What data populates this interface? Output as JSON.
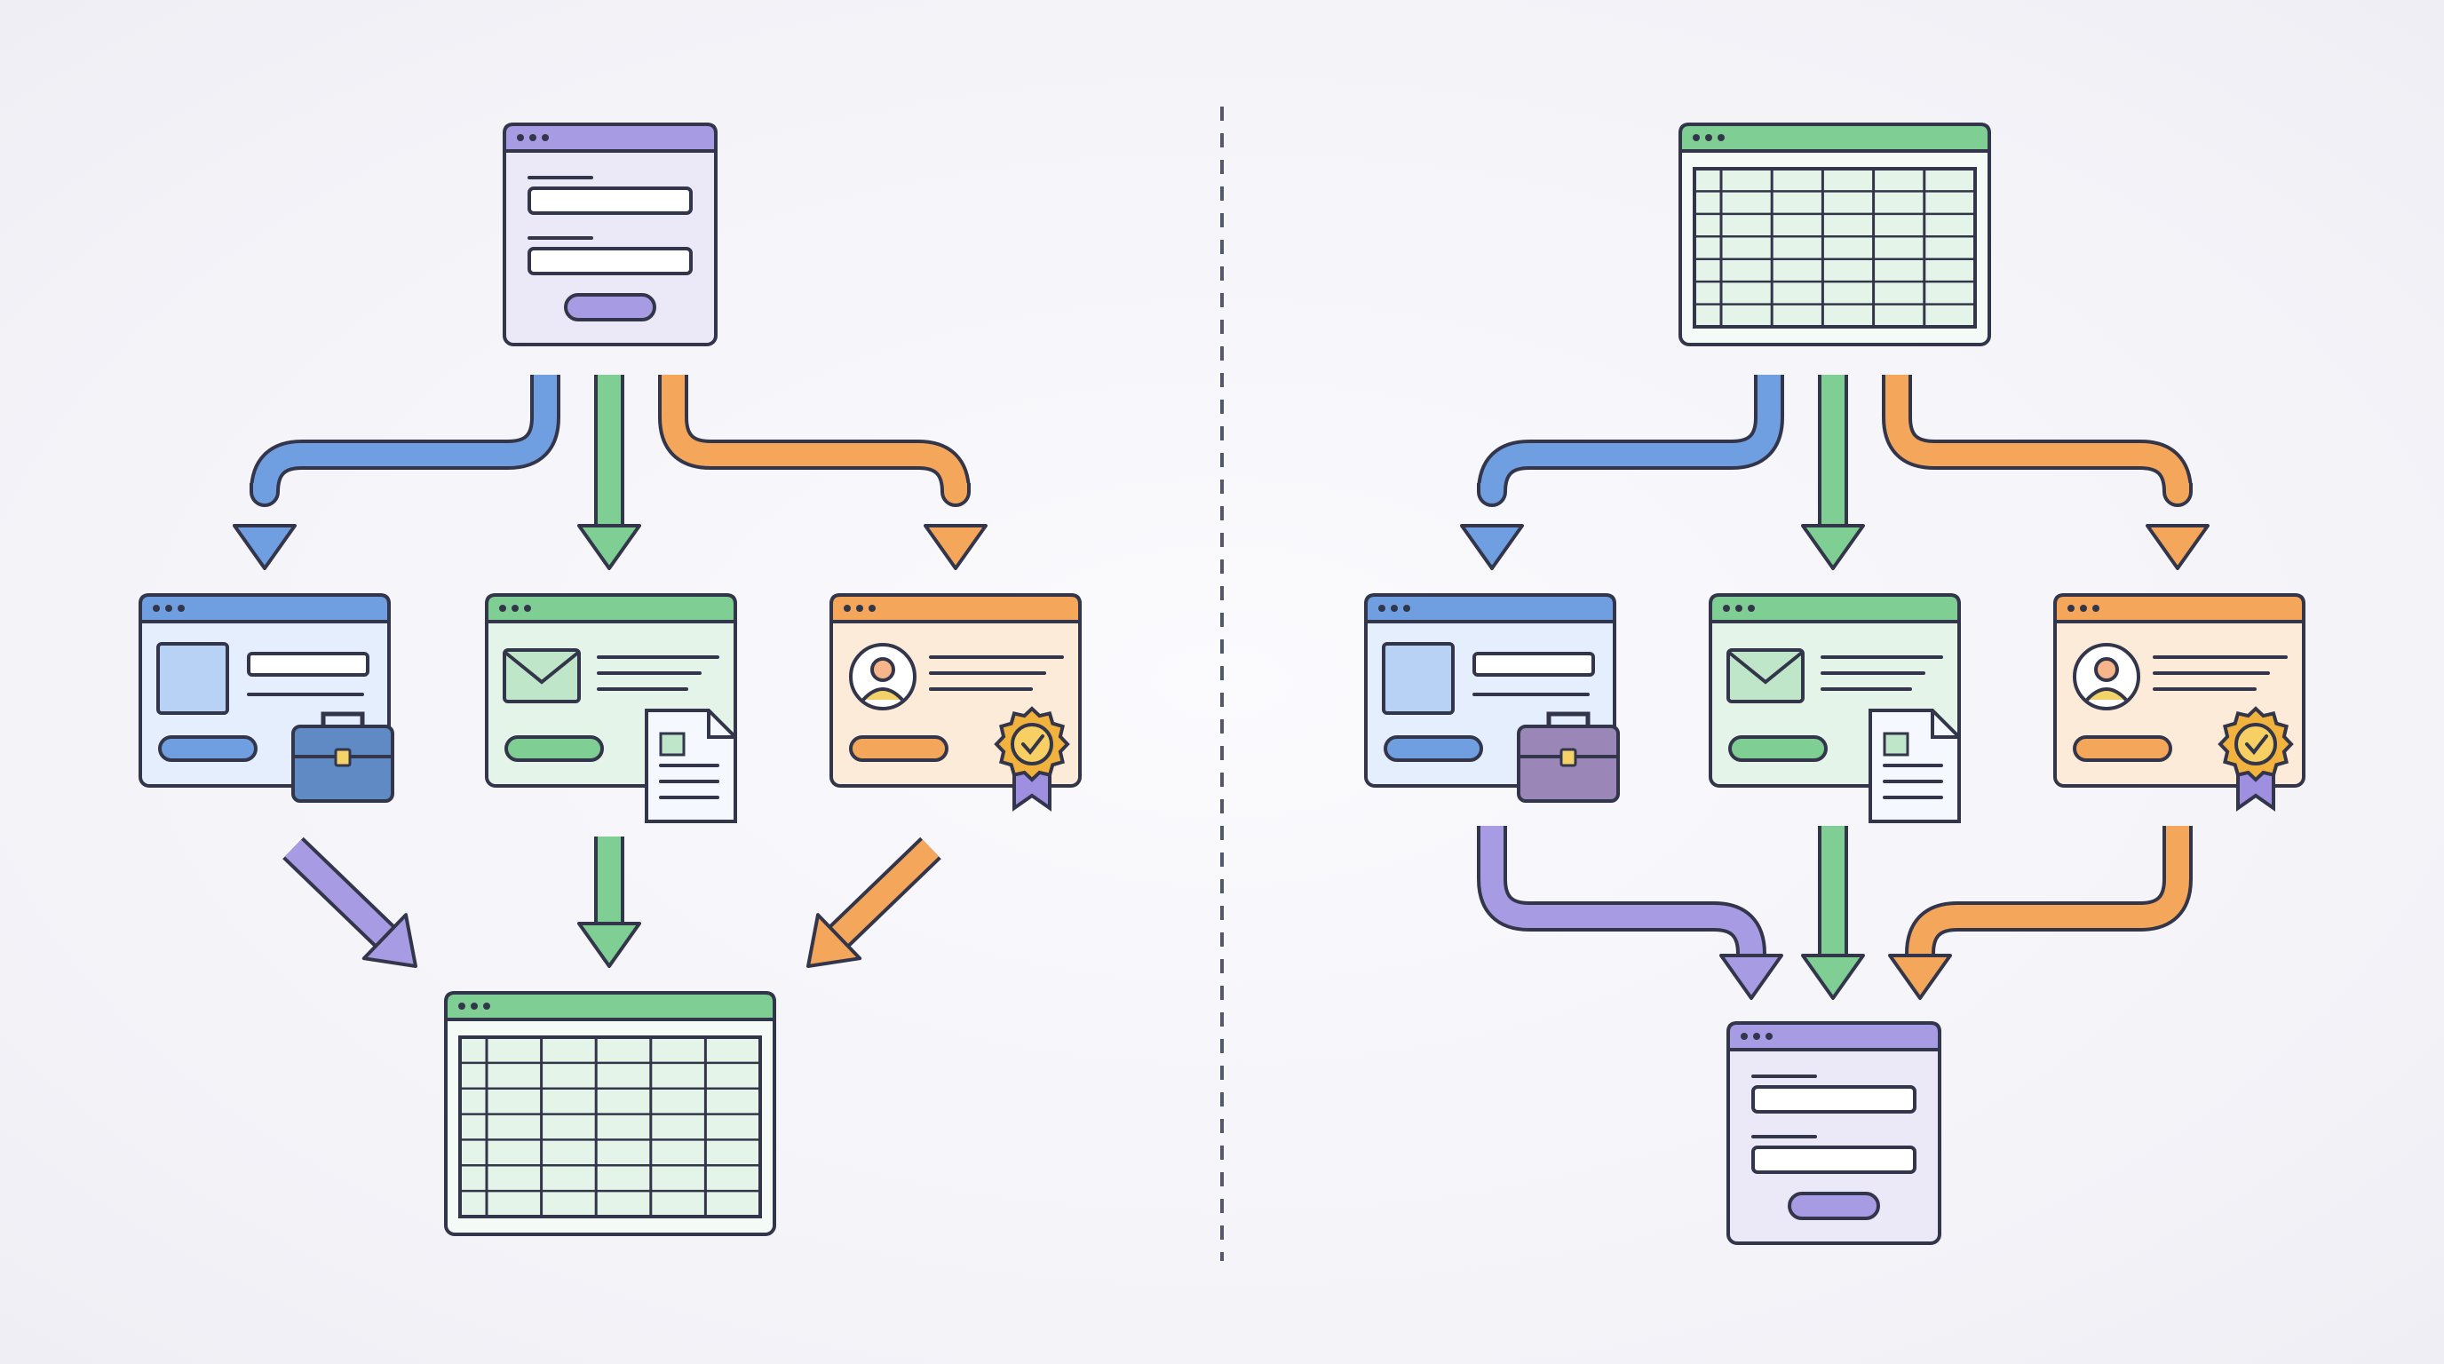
{
  "colors": {
    "outline": "#33364a",
    "purple": "#a79be3",
    "purple_light": "#ebe8f8",
    "blue": "#6f9fe0",
    "blue_light": "#e4eefc",
    "green": "#7fcf95",
    "green_light": "#e4f4e8",
    "orange": "#f4a65a",
    "orange_light": "#fdebd9",
    "arrow_blue": "#6f9fe0",
    "arrow_green": "#7fcf95",
    "arrow_orange": "#f4a65a",
    "arrow_purple": "#a79be3",
    "divider": "#55586a"
  },
  "icons": {
    "form": "form-window-icon",
    "spreadsheet": "spreadsheet-window-icon",
    "profile": "profile-card-icon",
    "email": "email-card-icon",
    "certificate": "certificate-card-icon",
    "briefcase": "briefcase-icon",
    "document": "document-icon",
    "badge": "award-badge-icon"
  },
  "panels": [
    {
      "source": "form",
      "branches": [
        "profile",
        "email",
        "certificate"
      ],
      "target": "spreadsheet"
    },
    {
      "source": "spreadsheet",
      "branches": [
        "profile",
        "email",
        "certificate"
      ],
      "target": "form"
    }
  ]
}
